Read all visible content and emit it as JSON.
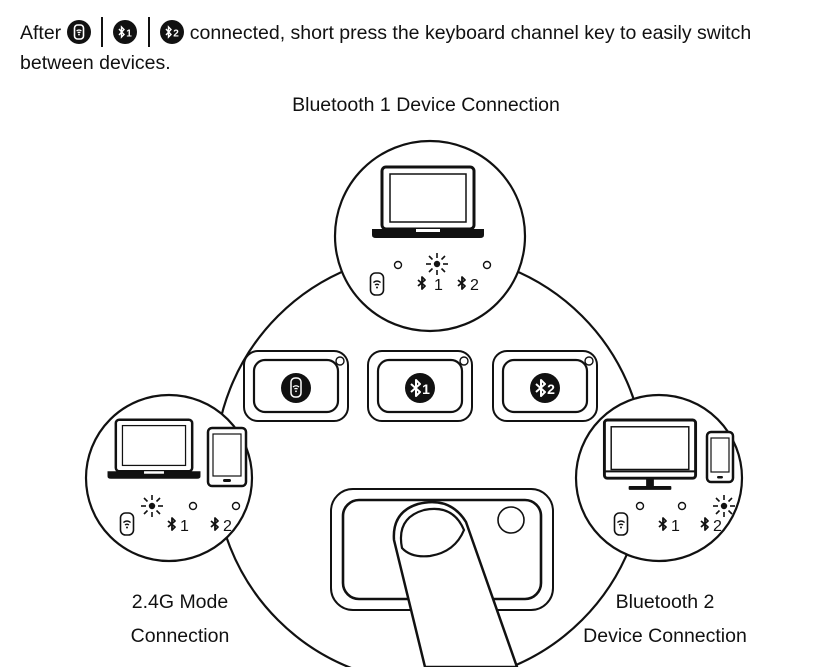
{
  "instruction": {
    "before": "After",
    "icons": [
      "wifi-receiver-icon",
      "bluetooth-1-icon",
      "bluetooth-2-icon"
    ],
    "after": "connected, short press the keyboard channel key to easily switch between devices."
  },
  "labels": {
    "top": "Bluetooth 1 Device Connection",
    "left_line1": "2.4G Mode",
    "left_line2": "Connection",
    "right_line1": "Bluetooth 2",
    "right_line2": "Device Connection"
  },
  "indicators": {
    "one": "1",
    "two": "2"
  },
  "active_channel": {
    "top_circle": "bluetooth-1",
    "left_circle": "2.4G",
    "right_circle": "bluetooth-2"
  },
  "colors": {
    "ink": "#111111",
    "background": "#ffffff"
  }
}
